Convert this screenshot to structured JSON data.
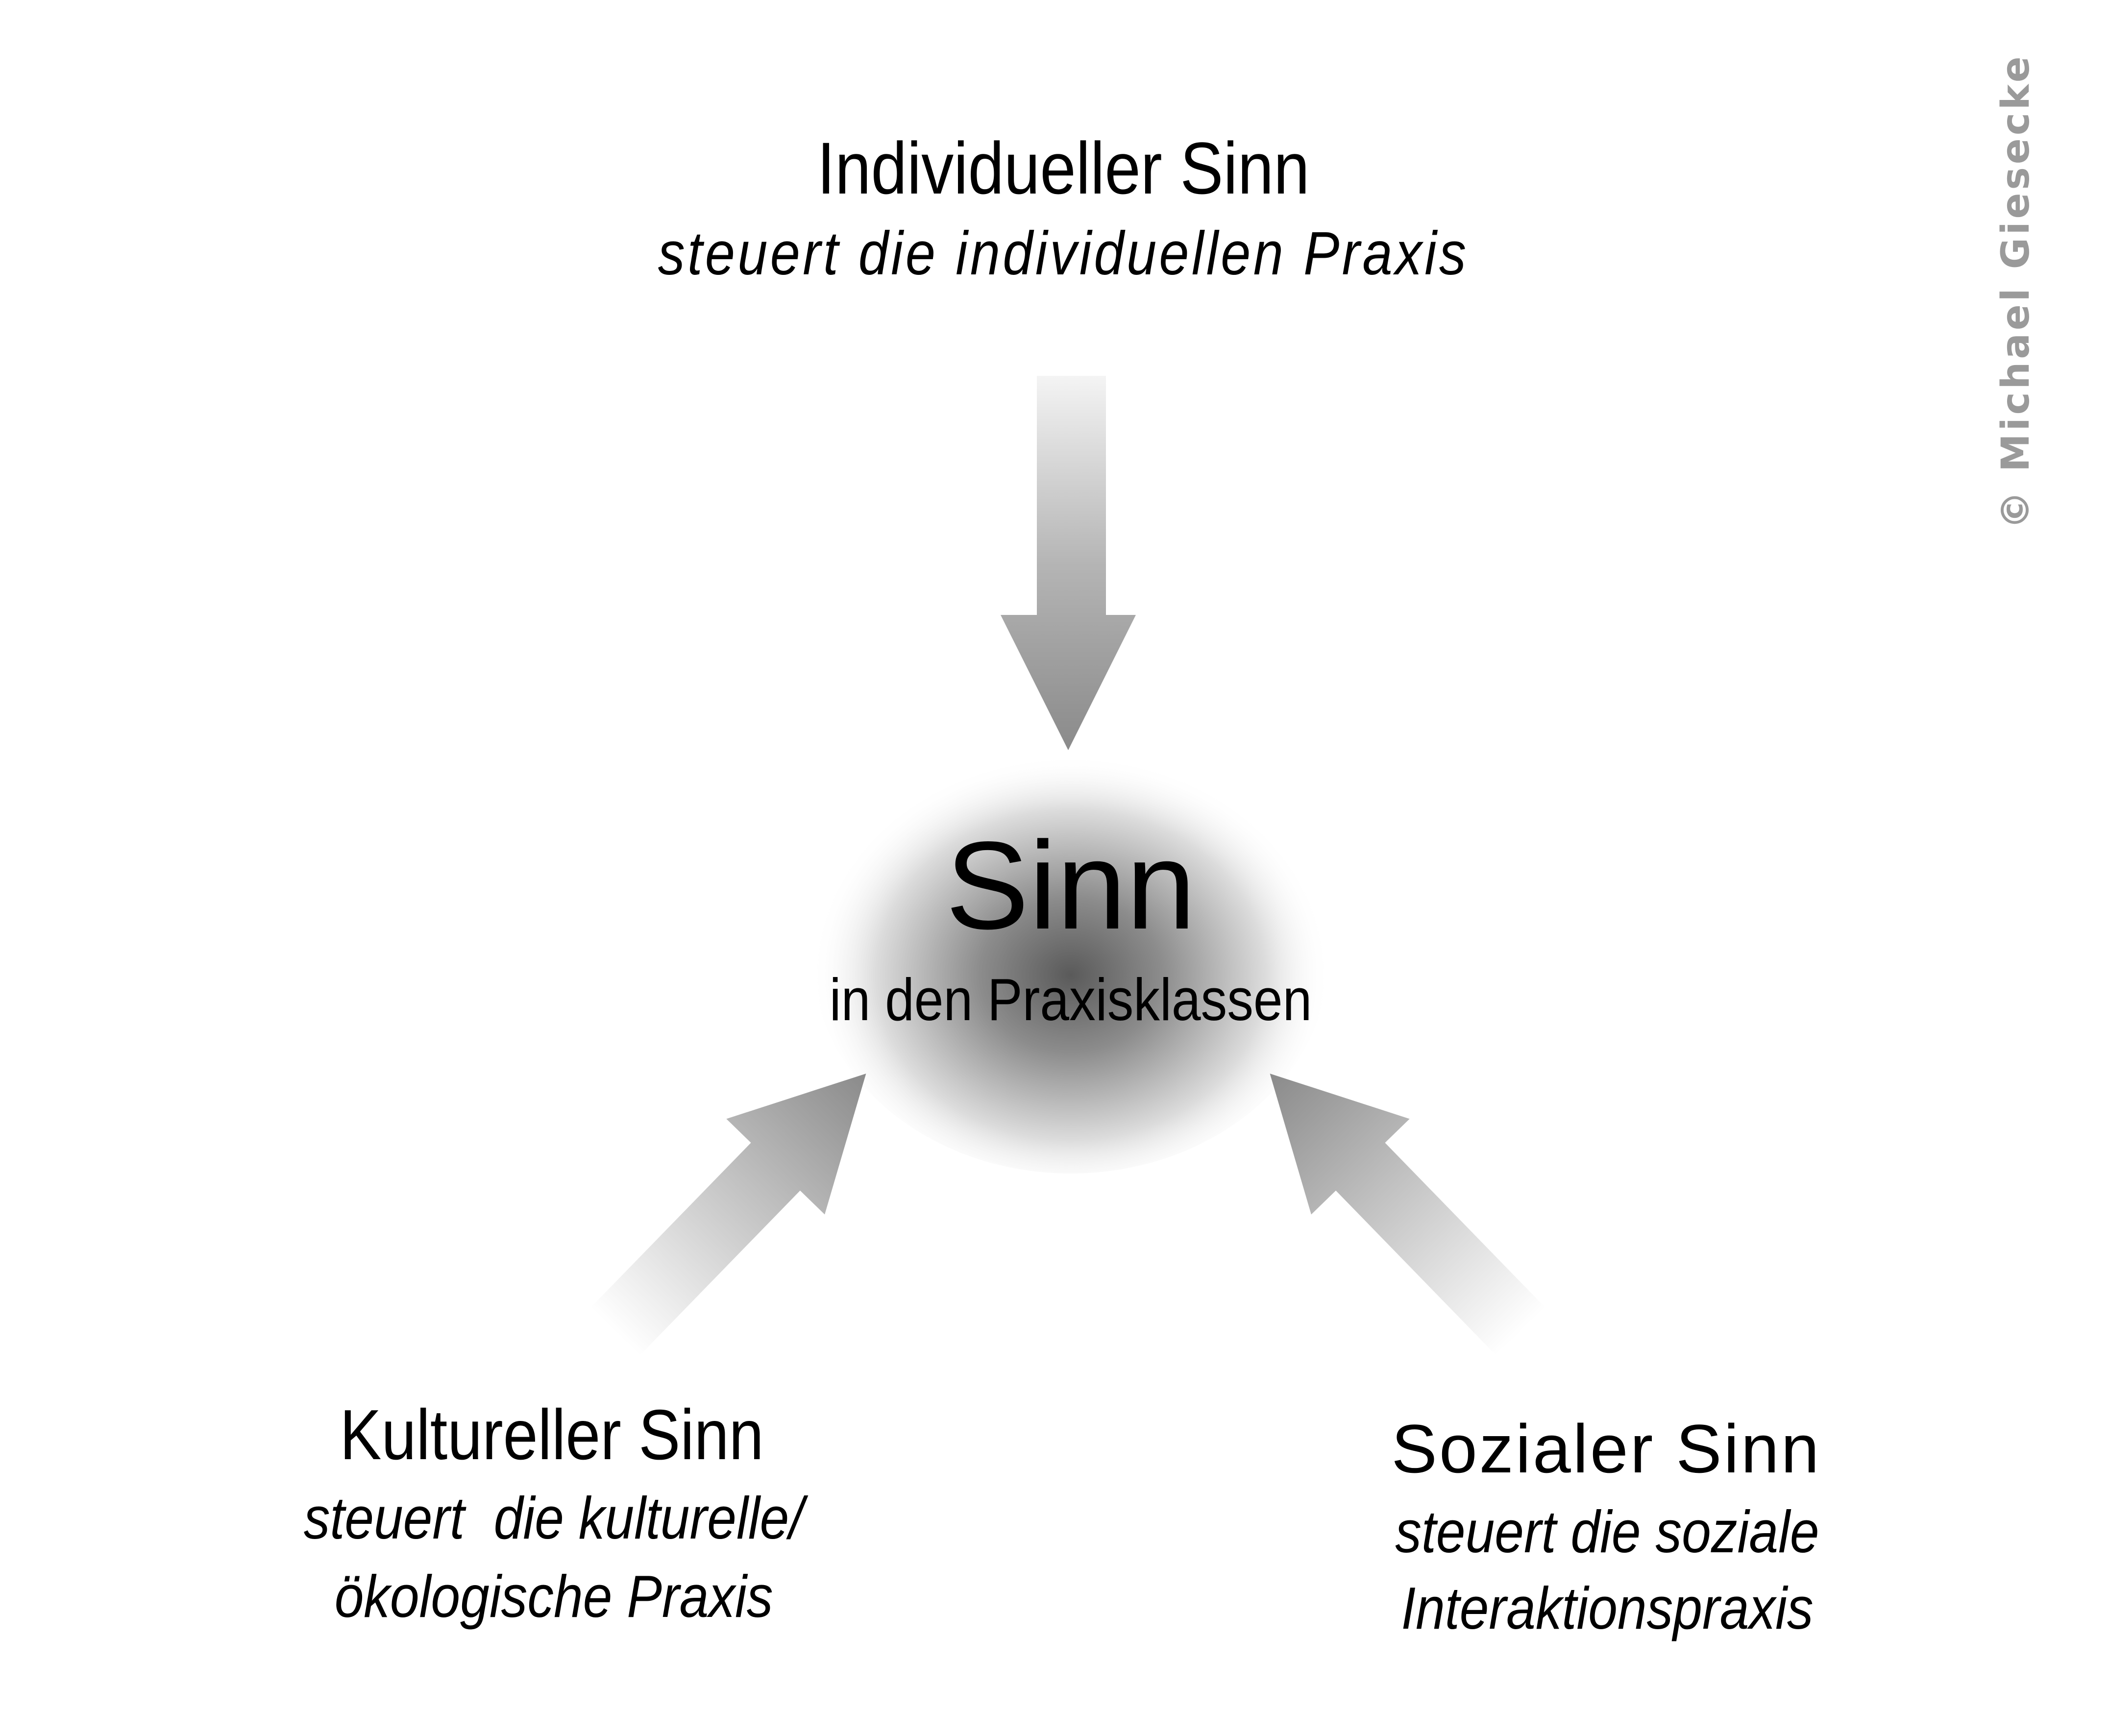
{
  "top": {
    "title": "Individueller Sinn",
    "subtitle": "steuert die individuellen Praxis"
  },
  "center": {
    "title": "Sinn",
    "subtitle": "in den Praxisklassen"
  },
  "left": {
    "title": "Kultureller Sinn",
    "line1": "steuert  die kulturelle/",
    "line2": "ökologische Praxis"
  },
  "right": {
    "title": "Sozialer Sinn",
    "line1": "steuert die soziale",
    "line2": "Interaktionspraxis"
  },
  "copyright": "© Michael Giesecke",
  "colors": {
    "arrow_dark": "#888888",
    "arrow_light": "#ffffff",
    "core": "#555555",
    "watermark": "#9a9a9a"
  }
}
